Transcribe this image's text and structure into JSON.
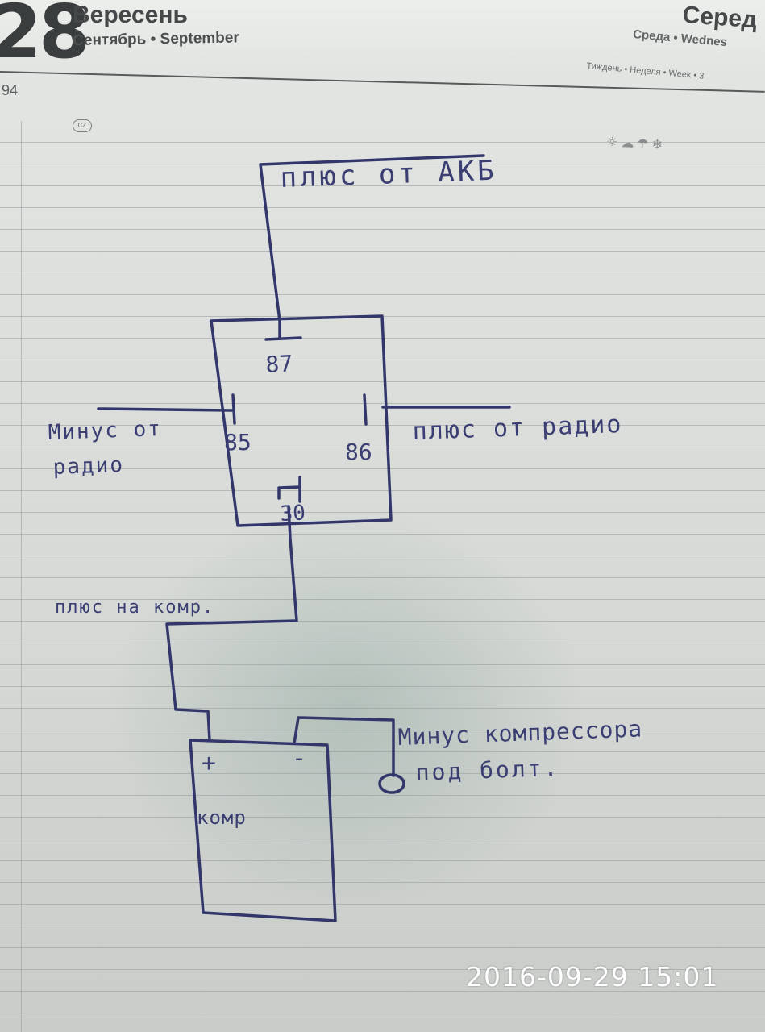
{
  "header": {
    "day_number": "28",
    "month_ua": "Вересень",
    "month_ru_en": "Сентябрь • September",
    "weekday_ua": "Серед",
    "weekday_ru_en": "Среда • Wednes",
    "week_line": "Тиждень • Неделя • Week • 3",
    "page_counter": "94",
    "badge": "CZ"
  },
  "diagram": {
    "label_plus_akb": "плюс от АКБ",
    "pin_87": "87",
    "pin_85": "85",
    "pin_86": "86",
    "pin_30": "30",
    "label_minus_radio_1": "Минус от",
    "label_minus_radio_2": "радио",
    "label_plus_radio": "плюс от радио",
    "label_plus_to_comp": "плюс на комр.",
    "label_minus_comp_1": "Минус компрессора",
    "label_minus_comp_2": "под болт.",
    "comp_plus": "+",
    "comp_minus": "-",
    "comp_label": "комр"
  },
  "icons": [
    "weather-sun-icon",
    "weather-cloud-icon",
    "weather-rain-icon",
    "weather-snow-icon"
  ],
  "timestamp": "2016-09-29  15:01",
  "colors": {
    "ink": "#33366b",
    "paper": "#e0e2df",
    "timestamp": "#ffffff"
  }
}
